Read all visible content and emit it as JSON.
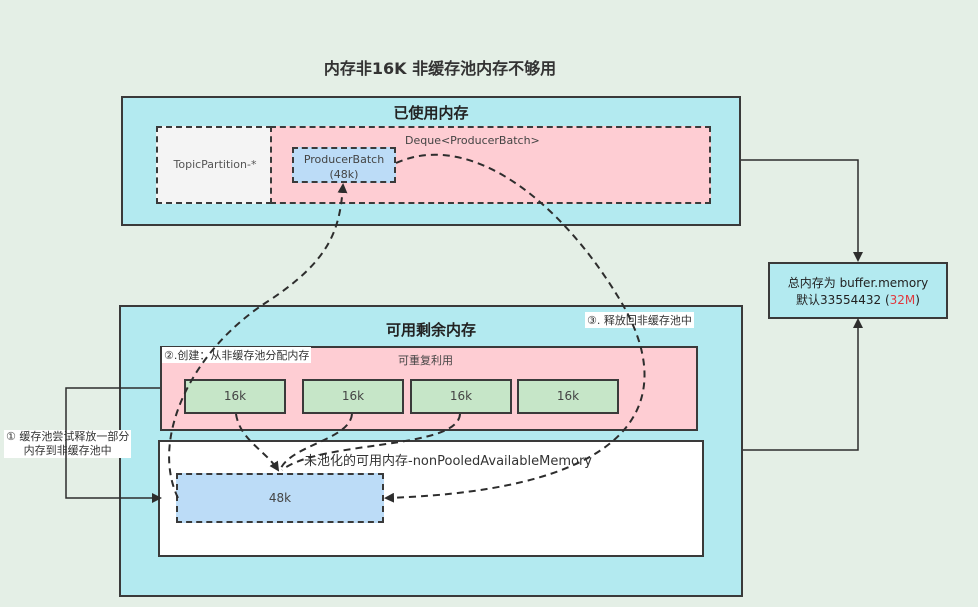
{
  "title": "内存非16K   非缓存池内存不够用",
  "used_memory": {
    "title": "已使用内存",
    "topic_partition": "TopicPartition-*",
    "deque_label": "Deque<ProducerBatch>",
    "producer_batch_line1": "ProducerBatch",
    "producer_batch_line2": "(48k)"
  },
  "total_memory": {
    "line1": "总内存为 buffer.memory",
    "line2_prefix": "默认33554432 (",
    "line2_highlight": "32M",
    "line2_suffix": ")",
    "highlight_color": "#e0393e"
  },
  "available_memory": {
    "title": "可用剩余内存",
    "reusable_label": "可重复利用",
    "chunks": [
      "16k",
      "16k",
      "16k",
      "16k"
    ],
    "non_pooled_label": "未池化的可用内存-nonPooledAvailableMemory",
    "non_pooled_block": "48k"
  },
  "annotations": {
    "step1_line1": "① 缓存池尝试释放一部分",
    "step1_line2": "内存到非缓存池中",
    "step2": "②.创建：从非缓存池分配内存",
    "step3": "③. 释放回非缓存池中"
  },
  "colors": {
    "background": "#e4efe6",
    "panel": "#b3eaf0",
    "pink": "#fecdd3",
    "green_chunk": "#c6e6c8",
    "blue_block": "#bcdcf7"
  }
}
